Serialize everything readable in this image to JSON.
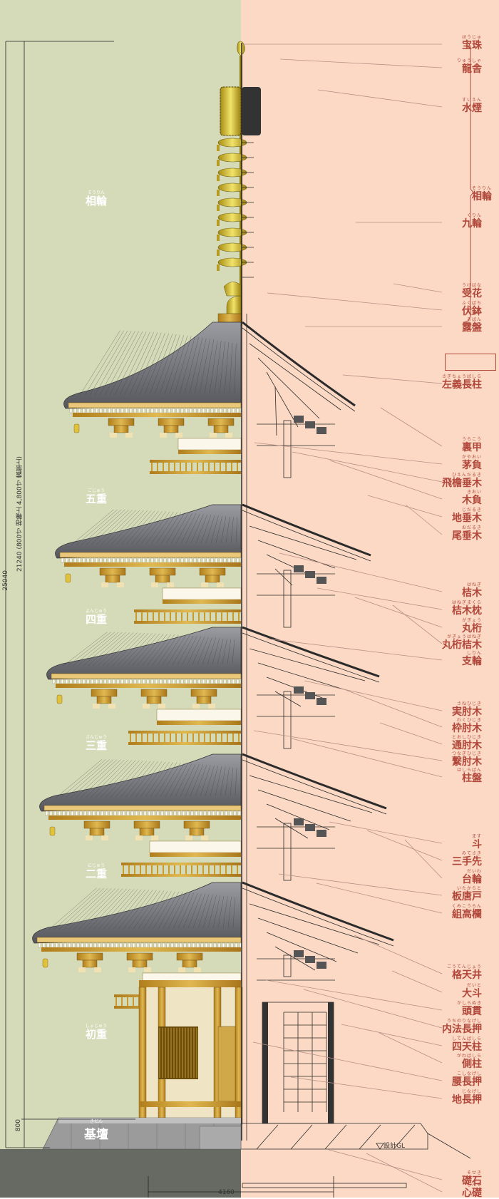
{
  "colors": {
    "left_bg": "#d5dbb8",
    "right_bg": "#fbd9c4",
    "label": "#b0473a",
    "gold": "#c99a2c",
    "roof": "#6e7076"
  },
  "total_height_dim": "25040",
  "pagoda_height_dim": "21240 (800寸 相輪上 4,800寸 露盤上)",
  "base_height_dim": "800",
  "width_dim": "4160",
  "gl_label": "設計GL",
  "left_labels": [
    {
      "text": "相輪",
      "ruby": "そうりん"
    },
    {
      "text": "五重",
      "ruby": "ごじゅう"
    },
    {
      "text": "四重",
      "ruby": "よんじゅう"
    },
    {
      "text": "三重",
      "ruby": "さんじゅう"
    },
    {
      "text": "二重",
      "ruby": "にじゅう"
    },
    {
      "text": "初重",
      "ruby": "しょじゅう"
    }
  ],
  "base_label": {
    "text": "基壇",
    "ruby": "きだん"
  },
  "sorin_group_label": {
    "text": "相輪",
    "ruby": "そうりん"
  },
  "part_labels": [
    {
      "text": "宝珠",
      "ruby": "ほうじゅ"
    },
    {
      "text": "龍舎",
      "ruby": "りゅうしゃ"
    },
    {
      "text": "水煙",
      "ruby": "すいえん"
    },
    {
      "text": "九輪",
      "ruby": "くりん"
    },
    {
      "text": "受花",
      "ruby": "うけばな"
    },
    {
      "text": "伏鉢",
      "ruby": "ふくばち"
    },
    {
      "text": "露盤",
      "ruby": "ろばん"
    },
    {
      "text": "左義長柱",
      "ruby": "さぎちょうばしら"
    },
    {
      "text": "裏甲",
      "ruby": "うらこう"
    },
    {
      "text": "茅負",
      "ruby": "かやおい"
    },
    {
      "text": "飛檐垂木",
      "ruby": "ひえんだるき"
    },
    {
      "text": "木負",
      "ruby": "きおい"
    },
    {
      "text": "地垂木",
      "ruby": "じだるき"
    },
    {
      "text": "尾垂木",
      "ruby": "おだるき"
    },
    {
      "text": "桔木",
      "ruby": "はねぎ"
    },
    {
      "text": "桔木枕",
      "ruby": "はねぎまくら"
    },
    {
      "text": "丸桁",
      "ruby": "がぎょう"
    },
    {
      "text": "丸桁桔木",
      "ruby": "がぎょうはねぎ"
    },
    {
      "text": "支輪",
      "ruby": "しりん"
    },
    {
      "text": "実肘木",
      "ruby": "さねひじき"
    },
    {
      "text": "枠肘木",
      "ruby": "わくひじき"
    },
    {
      "text": "通肘木",
      "ruby": "とおしひじき"
    },
    {
      "text": "繋肘木",
      "ruby": "つなぎひじき"
    },
    {
      "text": "柱盤",
      "ruby": "はしらばん"
    },
    {
      "text": "斗",
      "ruby": "ます"
    },
    {
      "text": "三手先",
      "ruby": "みてさき"
    },
    {
      "text": "台輪",
      "ruby": "だいわ"
    },
    {
      "text": "板唐戸",
      "ruby": "いたからと"
    },
    {
      "text": "組高欄",
      "ruby": "くみこうらん"
    },
    {
      "text": "格天井",
      "ruby": "ごうてんじょう"
    },
    {
      "text": "大斗",
      "ruby": "だいと"
    },
    {
      "text": "頭貫",
      "ruby": "かしらぬき"
    },
    {
      "text": "内法長押",
      "ruby": "うちのりなげし"
    },
    {
      "text": "四天柱",
      "ruby": "してんばしら"
    },
    {
      "text": "側柱",
      "ruby": "がわばしら"
    },
    {
      "text": "腰長押",
      "ruby": "こしなげし"
    },
    {
      "text": "地長押",
      "ruby": "じなげし"
    },
    {
      "text": "礎石",
      "ruby": "そせき"
    },
    {
      "text": "心礎",
      "ruby": "しんそ"
    }
  ]
}
